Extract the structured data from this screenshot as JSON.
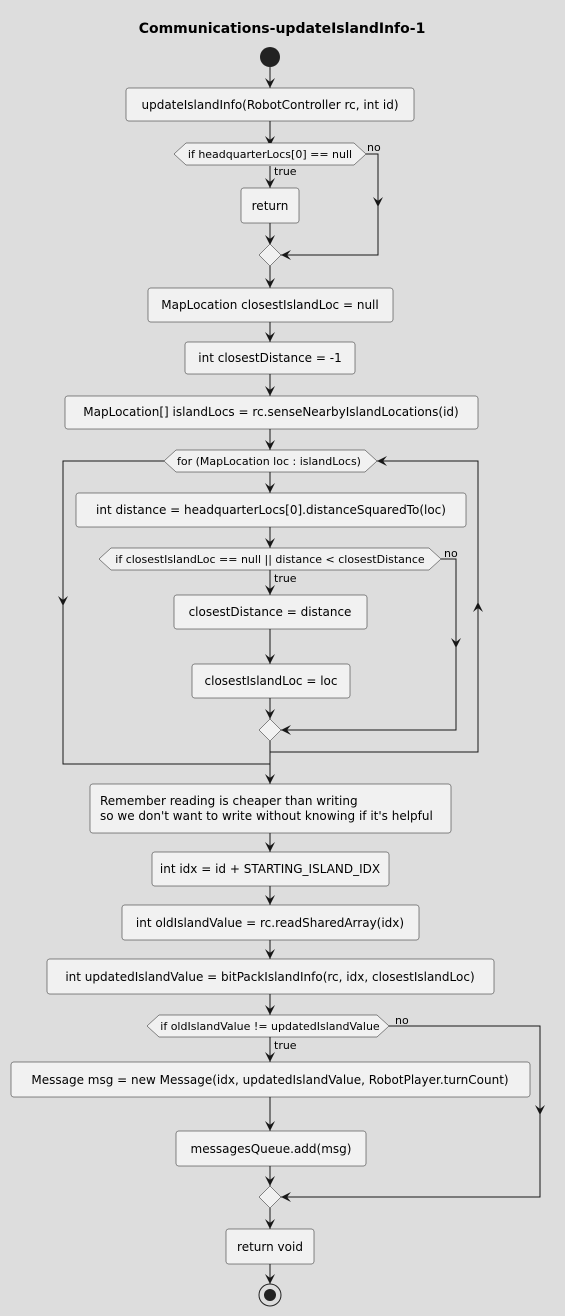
{
  "title": "Communications-updateIslandInfo-1",
  "actions": {
    "a1": "updateIslandInfo(RobotController rc, int id)",
    "a2": "return",
    "a3": "MapLocation closestIslandLoc = null",
    "a4": "int closestDistance = -1",
    "a5": "MapLocation[] islandLocs = rc.senseNearbyIslandLocations(id)",
    "a6": "int distance = headquarterLocs[0].distanceSquaredTo(loc)",
    "a7": "closestDistance = distance",
    "a8": "closestIslandLoc = loc",
    "a9_line1": "Remember reading is cheaper than writing",
    "a9_line2": "so we don't want to write without knowing if it's helpful",
    "a10": "int idx = id + STARTING_ISLAND_IDX",
    "a11": "int oldIslandValue = rc.readSharedArray(idx)",
    "a12": "int updatedIslandValue = bitPackIslandInfo(rc, idx, closestIslandLoc)",
    "a13": "Message msg = new Message(idx, updatedIslandValue, RobotPlayer.turnCount)",
    "a14": "messagesQueue.add(msg)",
    "a15": "return void"
  },
  "conditions": {
    "c1": "if headquarterLocs[0] == null",
    "loop": "for (MapLocation loc : islandLocs)",
    "c2": "if closestIslandLoc == null || distance < closestDistance",
    "c3": "if oldIslandValue != updatedIslandValue"
  },
  "branch_labels": {
    "c1_yes": "true",
    "c1_no": "no",
    "c2_yes": "true",
    "c2_no": "no",
    "c3_yes": "true",
    "c3_no": "no"
  }
}
